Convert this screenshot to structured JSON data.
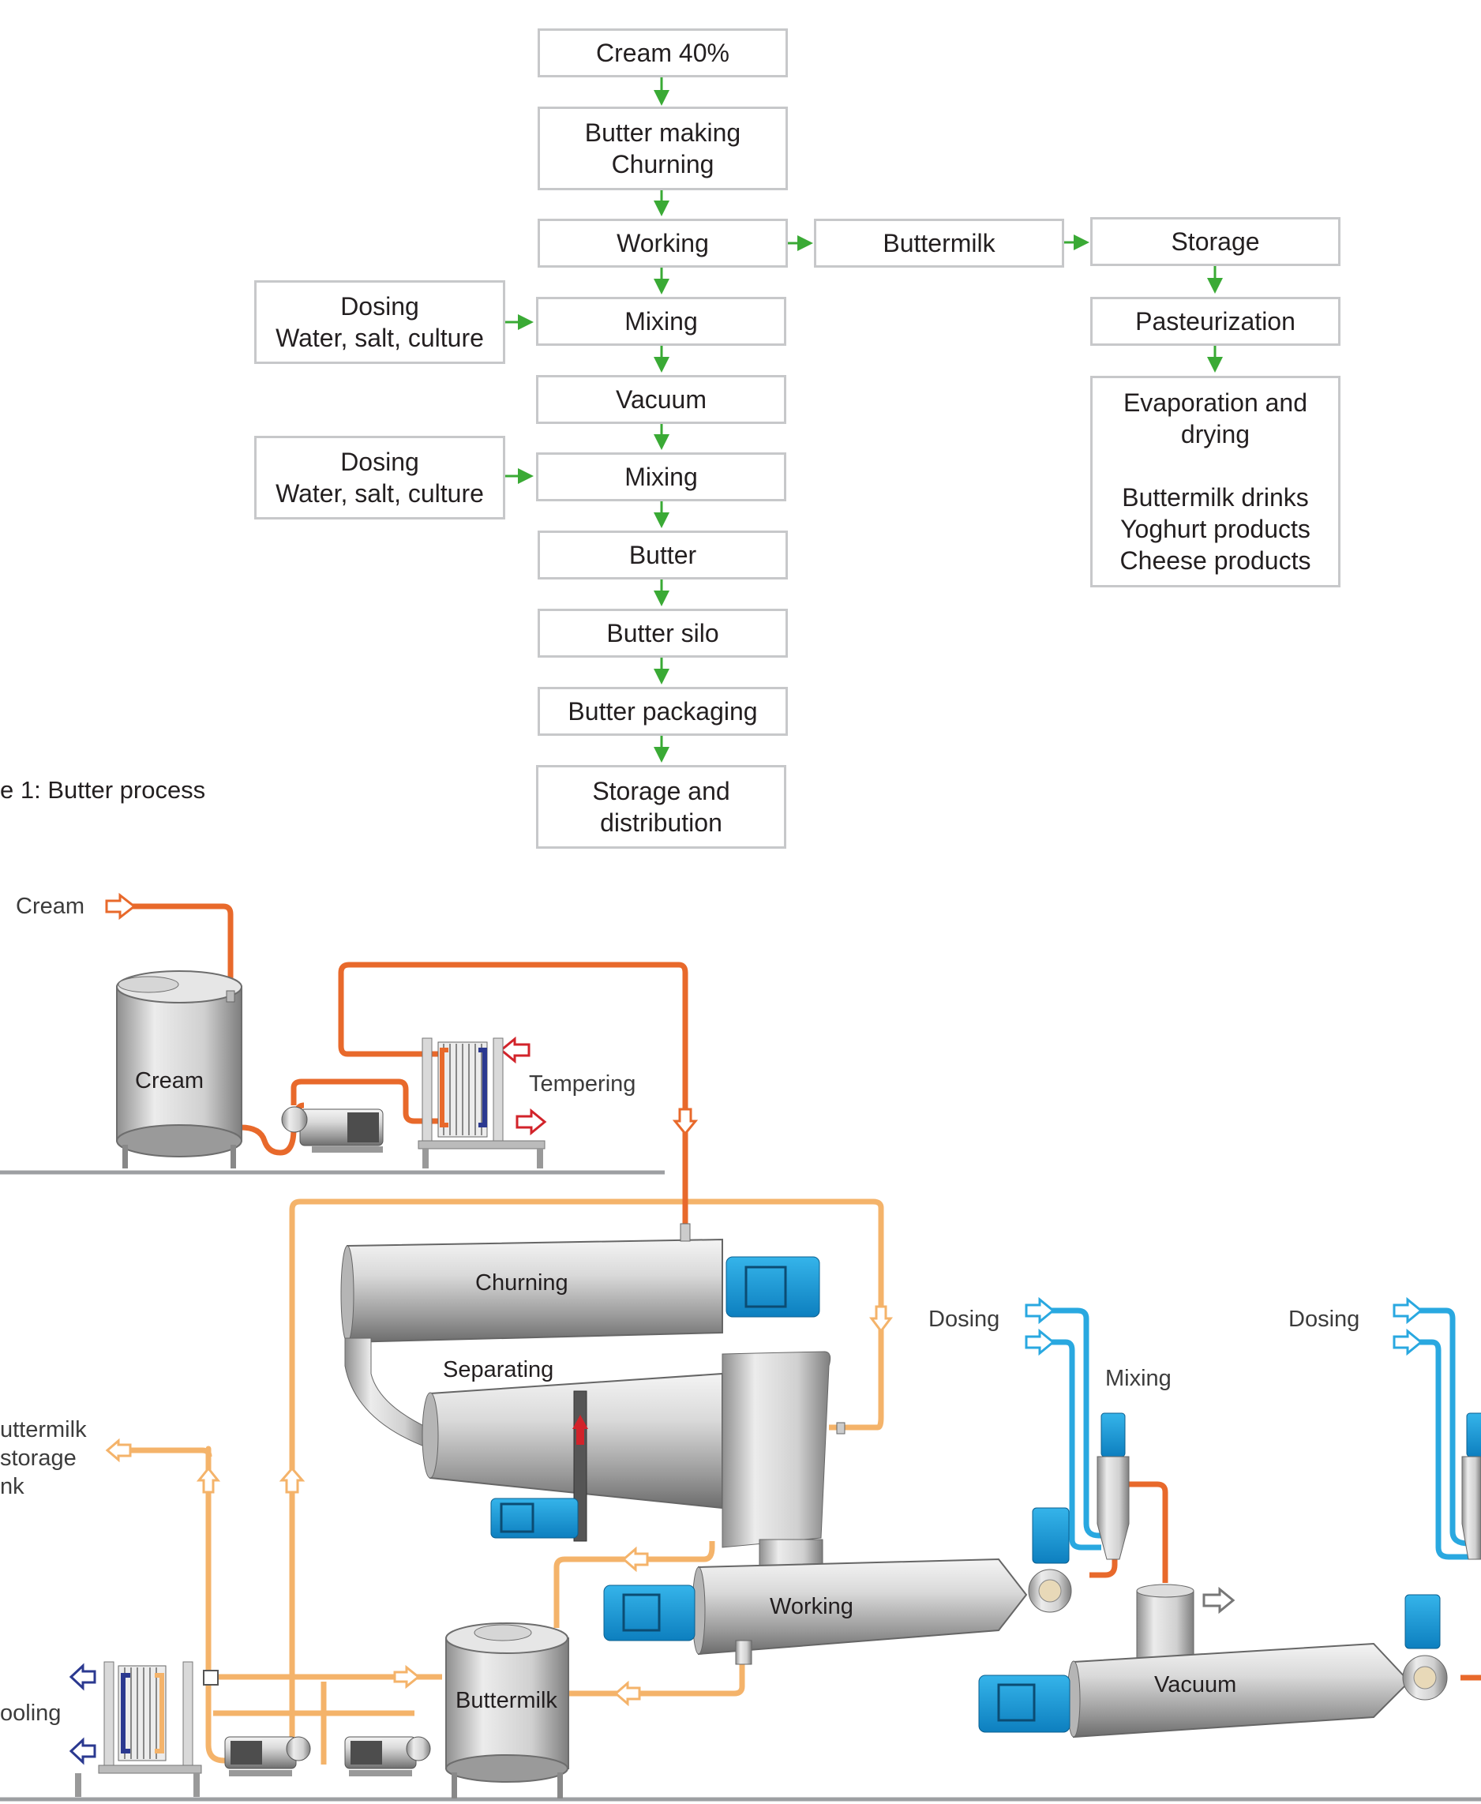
{
  "flowchart": {
    "main": [
      {
        "id": "cream",
        "label": "Cream 40%"
      },
      {
        "id": "churning",
        "label": "Butter making\nChurning"
      },
      {
        "id": "working",
        "label": "Working"
      },
      {
        "id": "mixing1",
        "label": "Mixing"
      },
      {
        "id": "vacuum",
        "label": "Vacuum"
      },
      {
        "id": "mixing2",
        "label": "Mixing"
      },
      {
        "id": "butter",
        "label": "Butter"
      },
      {
        "id": "silo",
        "label": "Butter silo"
      },
      {
        "id": "packaging",
        "label": "Butter packaging"
      },
      {
        "id": "storage-dist",
        "label": "Storage and\ndistribution"
      }
    ],
    "side": [
      {
        "id": "dosing1",
        "label": "Dosing\nWater, salt, culture"
      },
      {
        "id": "dosing2",
        "label": "Dosing\nWater, salt, culture"
      },
      {
        "id": "buttermilk",
        "label": "Buttermilk"
      },
      {
        "id": "bm-storage",
        "label": "Storage"
      },
      {
        "id": "pasteurization",
        "label": "Pasteurization"
      },
      {
        "id": "evaporation",
        "label": "Evaporation and\ndrying\n\nButtermilk drinks\nYoghurt products\nCheese products"
      }
    ],
    "caption": "e 1: Butter process"
  },
  "plant": {
    "labels": {
      "cream_in": "Cream",
      "cream_tank": "Cream",
      "tempering": "Tempering",
      "churning": "Churning",
      "separating": "Separating",
      "buttermilk_storage": "uttermilk\n storage\nnk",
      "cooling": "ooling",
      "buttermilk_tank": "Buttermilk",
      "working": "Working",
      "dosing1": "Dosing",
      "mixing": "Mixing",
      "dosing2": "Dosing",
      "vacuum": "Vacuum"
    }
  },
  "colors": {
    "arrow": "#3aaa35",
    "box_border": "#c7c8ca",
    "cream_pipe": "#e8692b",
    "buttermilk_pipe": "#f4b36a",
    "water_pipe": "#29a8e0",
    "motor_blue": "#1a9ad6",
    "cooling_blue": "#2b3990",
    "hot_red": "#d2232a"
  }
}
